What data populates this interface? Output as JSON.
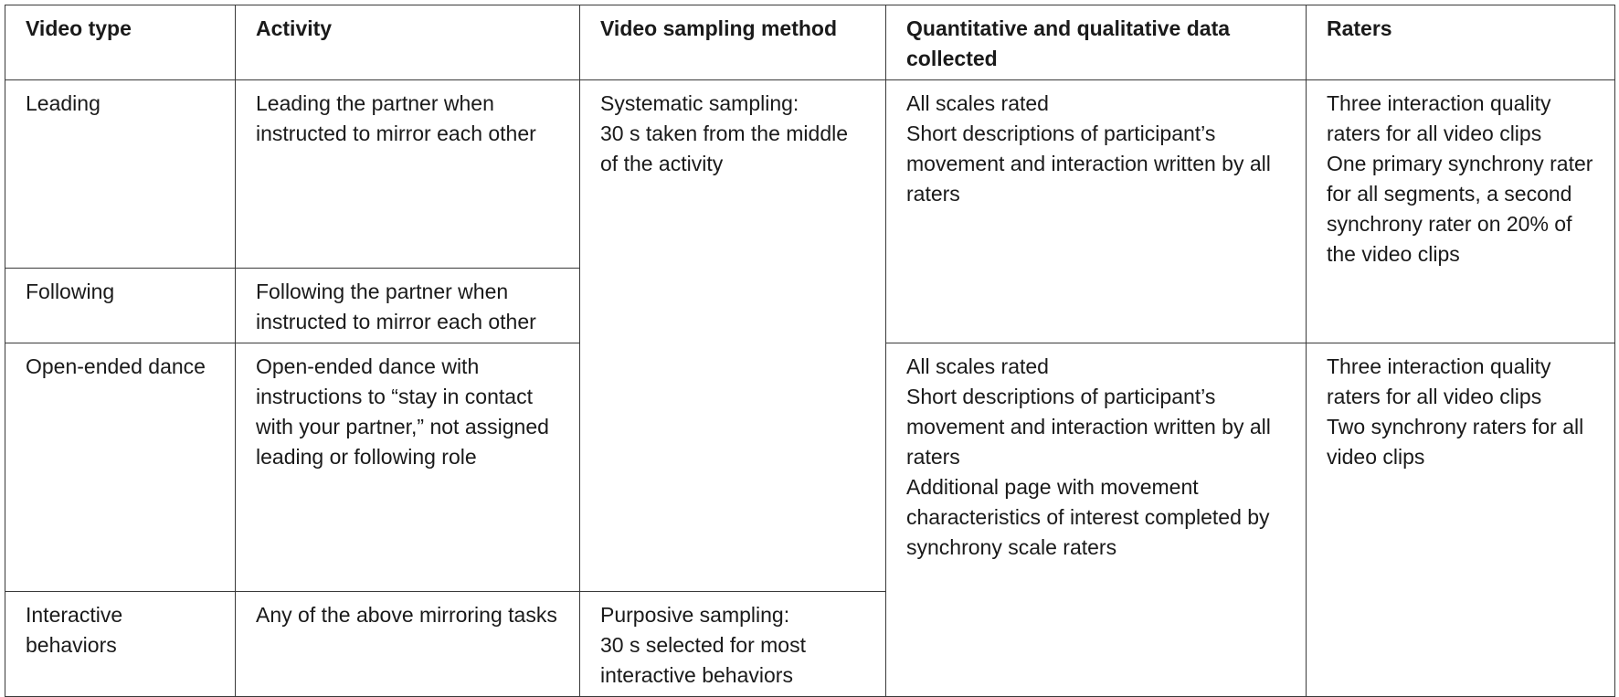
{
  "table": {
    "headers": [
      "Video type",
      "Activity",
      "Video sampling method",
      "Quantitative and qualitative data collected",
      "Raters"
    ],
    "rows": {
      "leading": {
        "video_type": "Leading",
        "activity": "Leading the partner when instructed to mirror each other"
      },
      "following": {
        "video_type": "Following",
        "activity": "Following the partner when instructed to mirror each other"
      },
      "open_ended": {
        "video_type": "Open-ended dance",
        "activity": "Open-ended dance with instructions to “stay in contact with your partner,” not assigned leading or following role"
      },
      "interactive": {
        "video_type": "Interactive behaviors",
        "activity": "Any of the above mirroring tasks"
      }
    },
    "sampling": {
      "systematic": [
        "Systematic sampling:",
        "30 s taken from the middle of the activity"
      ],
      "purposive": [
        "Purposive sampling:",
        "30 s selected for most interactive behaviors"
      ]
    },
    "data_collected": {
      "group_a": [
        "All scales rated",
        "Short descriptions of participant’s movement and interaction written by all raters"
      ],
      "group_b": [
        "All scales rated",
        "Short descriptions of participant’s movement and interaction written by all raters",
        "Additional page with movement characteristics of interest completed by synchrony scale raters"
      ]
    },
    "raters": {
      "group_a": [
        "Three interaction quality raters for all video clips",
        "One primary synchrony rater for all segments, a second synchrony rater on 20% of the video clips"
      ],
      "group_b": [
        "Three interaction quality raters for all video clips",
        "Two synchrony raters for all video clips"
      ]
    }
  }
}
